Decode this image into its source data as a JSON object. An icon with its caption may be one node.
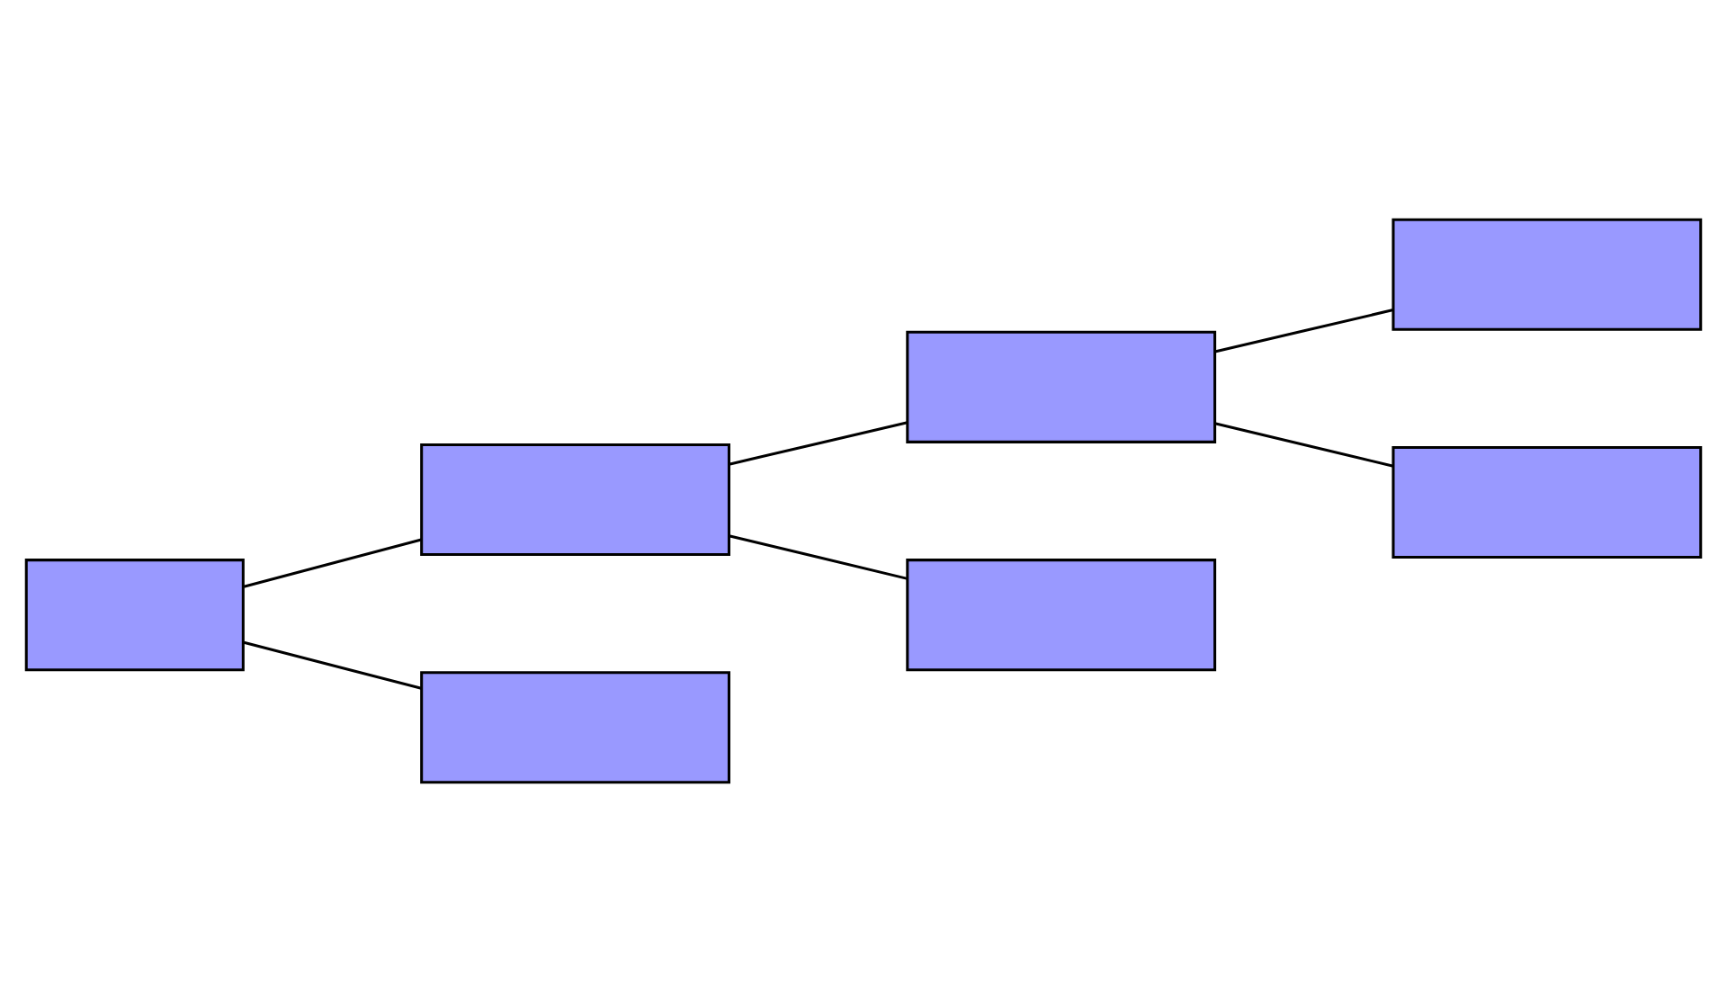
{
  "diagram": {
    "nodes": [
      {
        "text": [],
        "shape": "box"
      },
      {
        "text": [],
        "shape": "box"
      },
      {
        "text": [],
        "shape": "box"
      },
      {
        "text": [],
        "shape": "box"
      },
      {
        "text": [],
        "shape": "box"
      },
      {
        "text": [],
        "shape": "box"
      },
      {
        "text": [],
        "shape": "box"
      }
    ],
    "edges": [
      {
        "from": 0,
        "to": 1,
        "arrow": "none"
      },
      {
        "from": 0,
        "to": 2,
        "arrow": "none"
      },
      {
        "from": 1,
        "to": 3,
        "arrow": "none"
      },
      {
        "from": 1,
        "to": 4,
        "arrow": "none"
      },
      {
        "from": 3,
        "to": 5,
        "arrow": "none"
      },
      {
        "from": 3,
        "to": 6,
        "arrow": "none"
      }
    ]
  }
}
